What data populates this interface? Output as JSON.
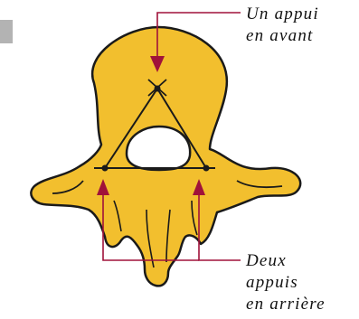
{
  "labels": {
    "front_support": {
      "line1": "Un appui",
      "line2": "en avant"
    },
    "rear_supports": {
      "line1": "Deux",
      "line2": "appuis",
      "line3": "en arrière"
    }
  },
  "colors": {
    "bone_fill": "#f2bf2e",
    "bone_shadow": "#d39a1e",
    "outline": "#1a1a1a",
    "arrow": "#a0123a",
    "tab": "#b3b3b3"
  }
}
